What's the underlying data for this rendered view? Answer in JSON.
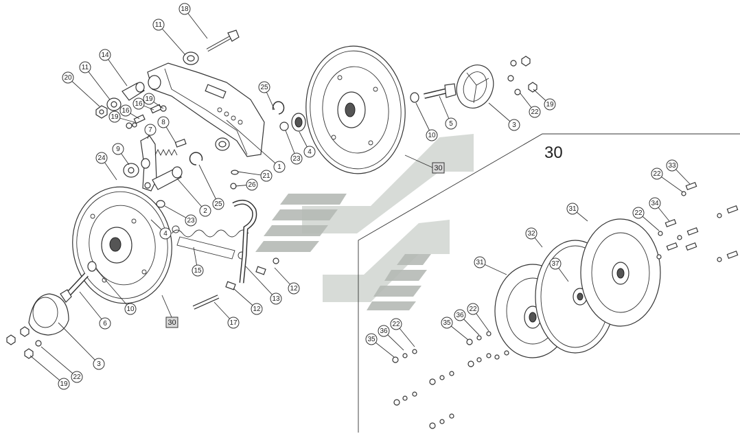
{
  "callouts": [
    "18",
    "11",
    "14",
    "11",
    "20",
    "19",
    "16",
    "16",
    "19",
    "7",
    "8",
    "9",
    "24",
    "25",
    "21",
    "26",
    "2",
    "25",
    "23",
    "4",
    "15",
    "13",
    "12",
    "12",
    "17",
    "10",
    "6",
    "3",
    "22",
    "19",
    "1",
    "23",
    "4",
    "10",
    "5",
    "3",
    "22",
    "19",
    "33",
    "22",
    "34",
    "22",
    "31",
    "32",
    "37",
    "31",
    "35",
    "36",
    "22",
    "35",
    "36",
    "22"
  ],
  "assembly_ref_labels": [
    "30",
    "30"
  ],
  "detail_view_label": "30",
  "watermark": "logo"
}
